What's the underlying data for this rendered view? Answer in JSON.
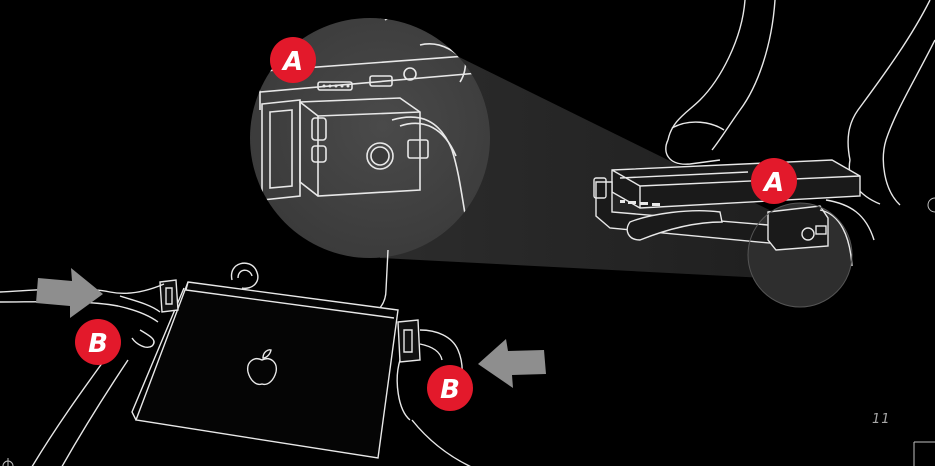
{
  "page": {
    "page_number": "11",
    "background_color": "#000000"
  },
  "callouts": {
    "step_a_label": "A",
    "step_b_label": "B",
    "badge_color": "#e3192b",
    "badge_text_color": "#ffffff"
  },
  "icons": {
    "push_arrow": "arrow-icon",
    "apple_logo": "apple-logo-icon",
    "registration_mark": "crop-mark-icon"
  }
}
